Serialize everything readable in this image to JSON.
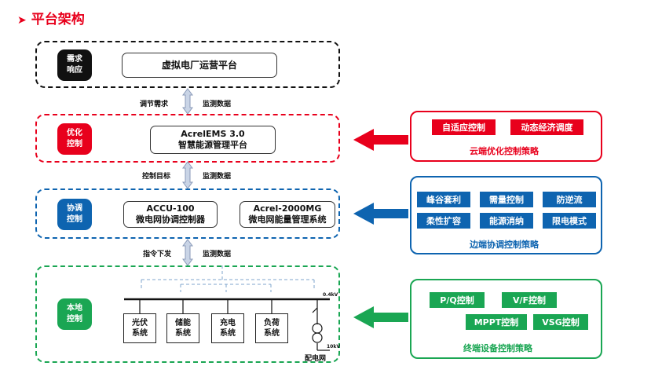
{
  "title": "平台架构",
  "tiers": {
    "demand": {
      "badge": "需求\n响应",
      "box": "虚拟电厂运营平台"
    },
    "optimize": {
      "badge": "优化\n控制",
      "box_line1": "AcrelEMS 3.0",
      "box_line2": "智慧能源管理平台"
    },
    "coordinate": {
      "badge": "协调\n控制",
      "box1_line1": "ACCU-100",
      "box1_line2": "微电网协调控制器",
      "box2_line1": "Acrel-2000MG",
      "box2_line2": "微电网能量管理系统"
    },
    "local": {
      "badge": "本地\n控制",
      "systems": [
        "光伏\n系统",
        "储能\n系统",
        "充电\n系统",
        "负荷\n系统"
      ],
      "voltage_high": "0.4kV",
      "voltage_low": "10kV",
      "grid_label": "配电网"
    }
  },
  "flows": {
    "f1_left": "调节需求",
    "f1_right": "监测数据",
    "f2_left": "控制目标",
    "f2_right": "监测数据",
    "f3_left": "指令下发",
    "f3_right": "监测数据"
  },
  "strategies": {
    "cloud": {
      "items": [
        "自适应控制",
        "动态经济调度"
      ],
      "caption": "云端优化控制策略",
      "color": "#e8001c"
    },
    "edge": {
      "items": [
        "峰谷套利",
        "需量控制",
        "防逆流",
        "柔性扩容",
        "能源消纳",
        "限电模式"
      ],
      "caption": "边端协调控制策略",
      "color": "#0e64b0"
    },
    "terminal": {
      "items": [
        "P/Q控制",
        "V/F控制",
        "MPPT控制",
        "VSG控制"
      ],
      "caption": "终端设备控制策略",
      "color": "#1aa653"
    }
  },
  "colors": {
    "black": "#111111",
    "red": "#e8001c",
    "blue": "#0e64b0",
    "green": "#1aa653"
  }
}
